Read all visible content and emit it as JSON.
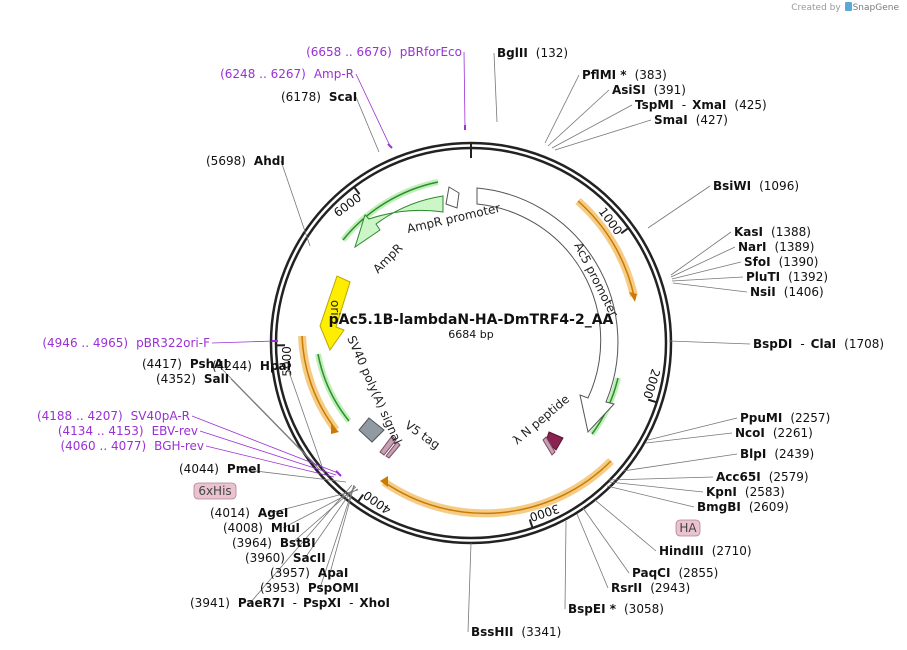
{
  "credit": {
    "prefix": "Created by",
    "brand": "SnapGene"
  },
  "plasmid": {
    "name": "pAc5.1B-lambdaN-HA-DmTRF4-2_AA",
    "length": "6684 bp"
  },
  "ticks": [
    "1000",
    "2000",
    "3000",
    "4000",
    "5000",
    "6000"
  ],
  "features": {
    "ac5_promoter": "Ac5 promoter",
    "ampr": "AmpR",
    "ampr_promoter": "AmpR promoter",
    "ori": "ori",
    "sv40_polya": "SV40 poly(A) signal",
    "v5_tag": "V5 tag",
    "lambda_n": "λ N peptide"
  },
  "boxed_features": {
    "ha": "HA",
    "his": "6xHis"
  },
  "sites": [
    {
      "name": "BglII",
      "pos": "(132)"
    },
    {
      "name": "PflMI *",
      "pos": "(383)"
    },
    {
      "name": "AsiSI",
      "pos": "(391)"
    },
    {
      "name": "TspMI",
      "sep": "-",
      "name2": "XmaI",
      "pos": "(425)"
    },
    {
      "name": "SmaI",
      "pos": "(427)"
    },
    {
      "name": "BsiWI",
      "pos": "(1096)"
    },
    {
      "name": "KasI",
      "pos": "(1388)"
    },
    {
      "name": "NarI",
      "pos": "(1389)"
    },
    {
      "name": "SfoI",
      "pos": "(1390)"
    },
    {
      "name": "PluTI",
      "pos": "(1392)"
    },
    {
      "name": "NsiI",
      "pos": "(1406)"
    },
    {
      "name": "BspDI",
      "sep": "-",
      "name2": "ClaI",
      "pos": "(1708)"
    },
    {
      "name": "PpuMI",
      "pos": "(2257)"
    },
    {
      "name": "NcoI",
      "pos": "(2261)"
    },
    {
      "name": "BlpI",
      "pos": "(2439)"
    },
    {
      "name": "Acc65I",
      "pos": "(2579)"
    },
    {
      "name": "KpnI",
      "pos": "(2583)"
    },
    {
      "name": "BmgBI",
      "pos": "(2609)"
    },
    {
      "name": "HindIII",
      "pos": "(2710)"
    },
    {
      "name": "PaqCI",
      "pos": "(2855)"
    },
    {
      "name": "RsrII",
      "pos": "(2943)"
    },
    {
      "name": "BspEI *",
      "pos": "(3058)"
    },
    {
      "name": "BssHII",
      "pos": "(3341)"
    },
    {
      "name": "PaeR7I",
      "sep": "-",
      "name2": "PspXI",
      "sep2": "-",
      "name3": "XhoI",
      "pos": "(3941)"
    },
    {
      "name": "PspOMI",
      "pos": "(3953)"
    },
    {
      "name": "ApaI",
      "pos": "(3957)"
    },
    {
      "name": "SacII",
      "pos": "(3960)"
    },
    {
      "name": "BstBI",
      "pos": "(3964)"
    },
    {
      "name": "MluI",
      "pos": "(4008)"
    },
    {
      "name": "AgeI",
      "pos": "(4014)"
    },
    {
      "name": "PmeI",
      "pos": "(4044)"
    },
    {
      "name": "HpaI",
      "pos": "(4244)"
    },
    {
      "name": "SalI",
      "pos": "(4352)"
    },
    {
      "name": "PshAI",
      "pos": "(4417)"
    },
    {
      "name": "AhdI",
      "pos": "(5698)"
    },
    {
      "name": "ScaI",
      "pos": "(6178)"
    }
  ],
  "primers": [
    {
      "range": "(6658 .. 6676)",
      "name": "pBRforEco"
    },
    {
      "range": "(6248 .. 6267)",
      "name": "Amp-R"
    },
    {
      "range": "(4946 .. 4965)",
      "name": "pBR322ori-F"
    },
    {
      "range": "(4188 .. 4207)",
      "name": "SV40pA-R"
    },
    {
      "range": "(4134 .. 4153)",
      "name": "EBV-rev"
    },
    {
      "range": "(4060 .. 4077)",
      "name": "BGH-rev"
    }
  ],
  "colors": {
    "orf": "#ffe9b8",
    "orf_stroke": "#cc7a00",
    "ampr": "#ccf5c8",
    "ampr_stroke": "#2e8b2e",
    "ori": "#ffee00",
    "polya": "#909aa3",
    "tag": "#c8a0b4",
    "lambda": "#8b2252",
    "primer": "#9b30d6",
    "ring": "#222222"
  }
}
